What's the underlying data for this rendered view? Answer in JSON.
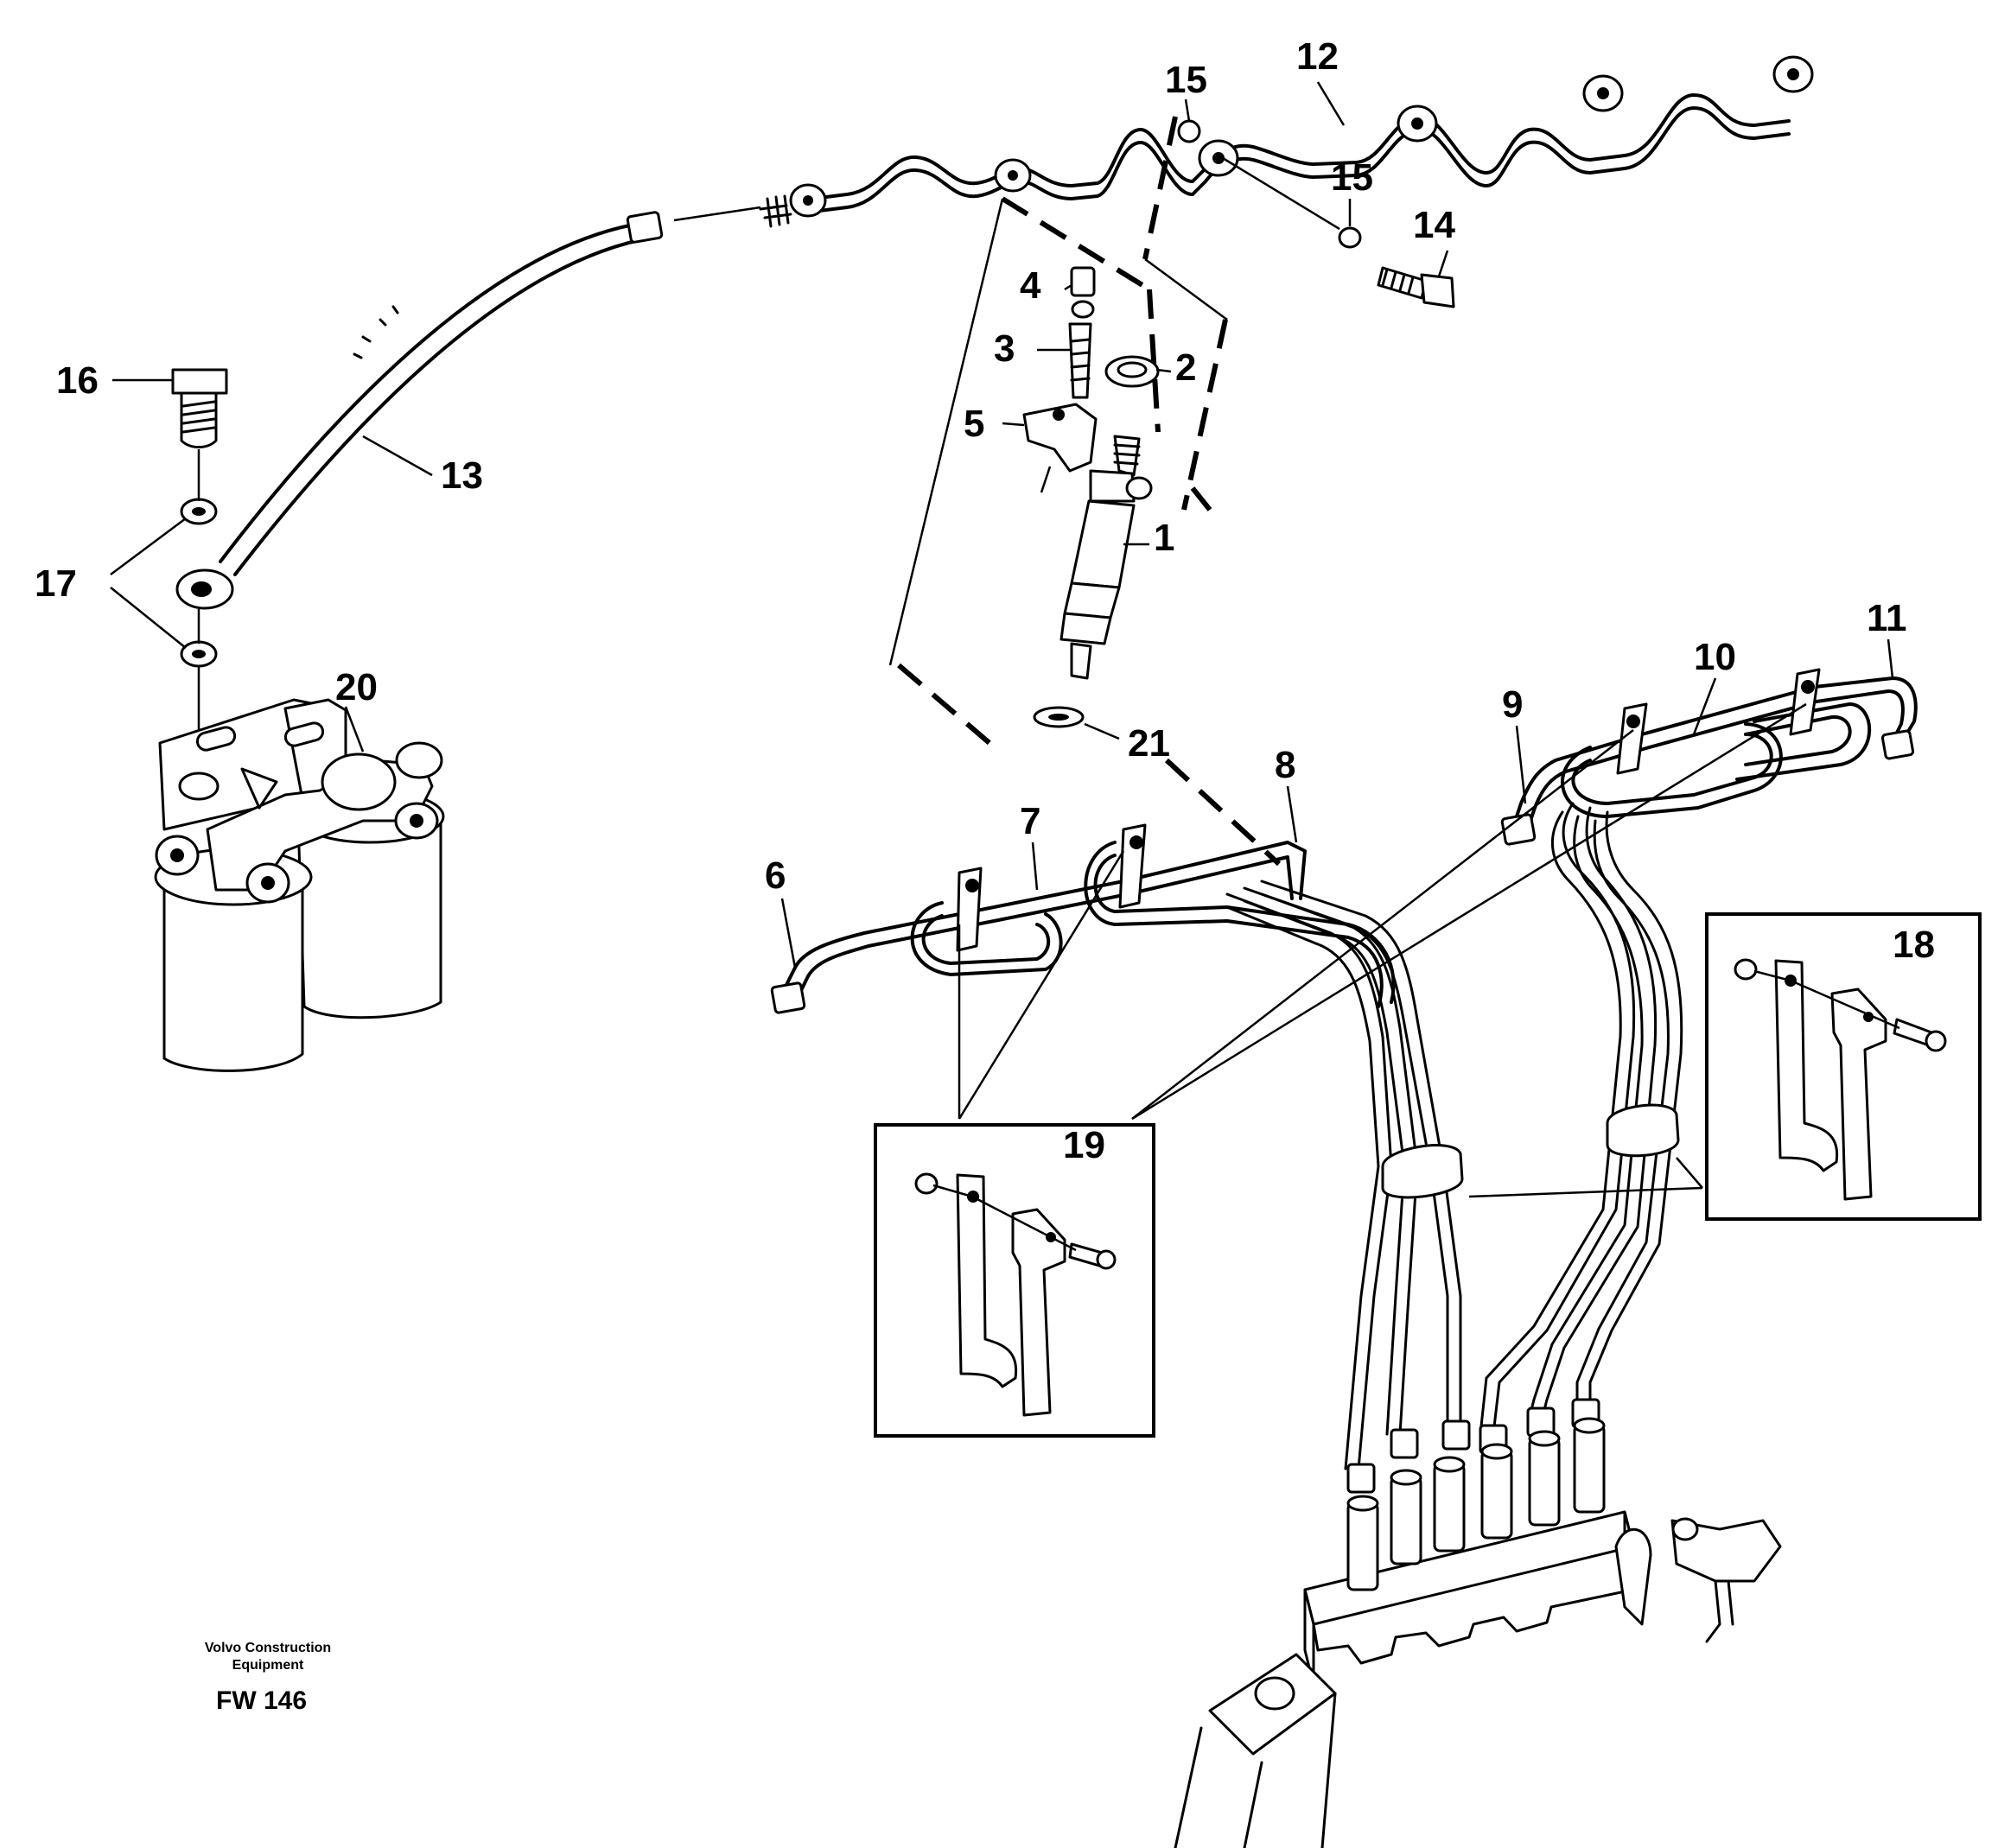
{
  "callouts": [
    {
      "id": "c1",
      "label": "1"
    },
    {
      "id": "c2",
      "label": "2"
    },
    {
      "id": "c3",
      "label": "3"
    },
    {
      "id": "c4",
      "label": "4"
    },
    {
      "id": "c5",
      "label": "5"
    },
    {
      "id": "c6",
      "label": "6"
    },
    {
      "id": "c7",
      "label": "7"
    },
    {
      "id": "c8",
      "label": "8"
    },
    {
      "id": "c9",
      "label": "9"
    },
    {
      "id": "c10",
      "label": "10"
    },
    {
      "id": "c11",
      "label": "11"
    },
    {
      "id": "c12",
      "label": "12"
    },
    {
      "id": "c13",
      "label": "13"
    },
    {
      "id": "c14",
      "label": "14"
    },
    {
      "id": "c15a",
      "label": "15"
    },
    {
      "id": "c15b",
      "label": "15"
    },
    {
      "id": "c16",
      "label": "16"
    },
    {
      "id": "c17",
      "label": "17"
    },
    {
      "id": "c18",
      "label": "18"
    },
    {
      "id": "c19",
      "label": "19"
    },
    {
      "id": "c20",
      "label": "20"
    },
    {
      "id": "c21",
      "label": "21"
    }
  ],
  "footer": {
    "brand_line1": "Volvo Construction",
    "brand_line2": "Equipment",
    "figure_code": "FW 146"
  }
}
